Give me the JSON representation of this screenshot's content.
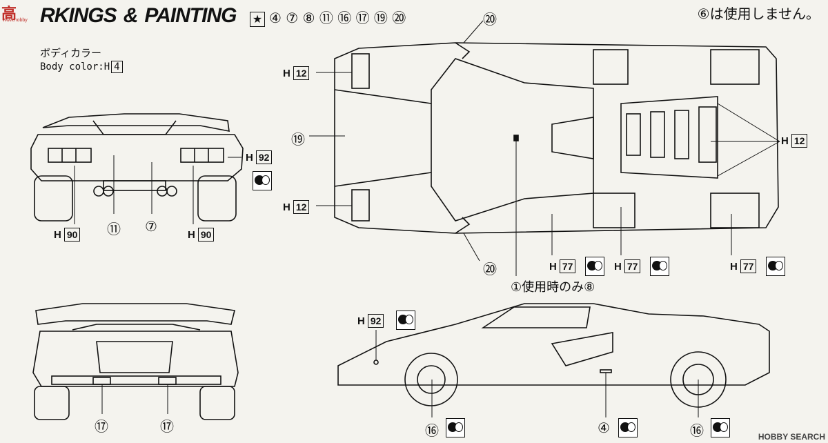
{
  "header": {
    "brand_cn": "高",
    "brand_url": "www.hobby",
    "title_part1": "RKINGS",
    "title_amp": "&",
    "title_part2": "PAINTING",
    "star_glyph": "★",
    "parts_list": "④ ⑦ ⑧ ⑪ ⑯ ⑰ ⑲ ⑳",
    "note": "⑥は使用しません。"
  },
  "body_color": {
    "jp": "ボディカラー",
    "en_prefix": "Body color:H",
    "en_code": "4"
  },
  "labels": {
    "h12_a": {
      "prefix": "H",
      "num": "12"
    },
    "h12_b": {
      "prefix": "H",
      "num": "12"
    },
    "h12_c": {
      "prefix": "H",
      "num": "12"
    },
    "h92_rear": {
      "prefix": "H",
      "num": "92"
    },
    "h92_side": {
      "prefix": "H",
      "num": "92"
    },
    "h90_l": {
      "prefix": "H",
      "num": "90"
    },
    "h90_r": {
      "prefix": "H",
      "num": "90"
    },
    "h77_a": {
      "prefix": "H",
      "num": "77"
    },
    "h77_b": {
      "prefix": "H",
      "num": "77"
    },
    "h77_c": {
      "prefix": "H",
      "num": "77"
    }
  },
  "callouts": {
    "n11": "⑪",
    "n7": "⑦",
    "n19": "⑲",
    "n20_top": "⑳",
    "n20_bottom": "⑳",
    "n17_l": "⑰",
    "n17_r": "⑰",
    "n16_l": "⑯",
    "n16_r": "⑯",
    "n4": "④",
    "use_only": "①使用時のみ⑧"
  },
  "watermark": "HOBBY SEARCH",
  "colors": {
    "ink": "#111111",
    "paper": "#f4f3ee",
    "brand": "#c0302a"
  }
}
